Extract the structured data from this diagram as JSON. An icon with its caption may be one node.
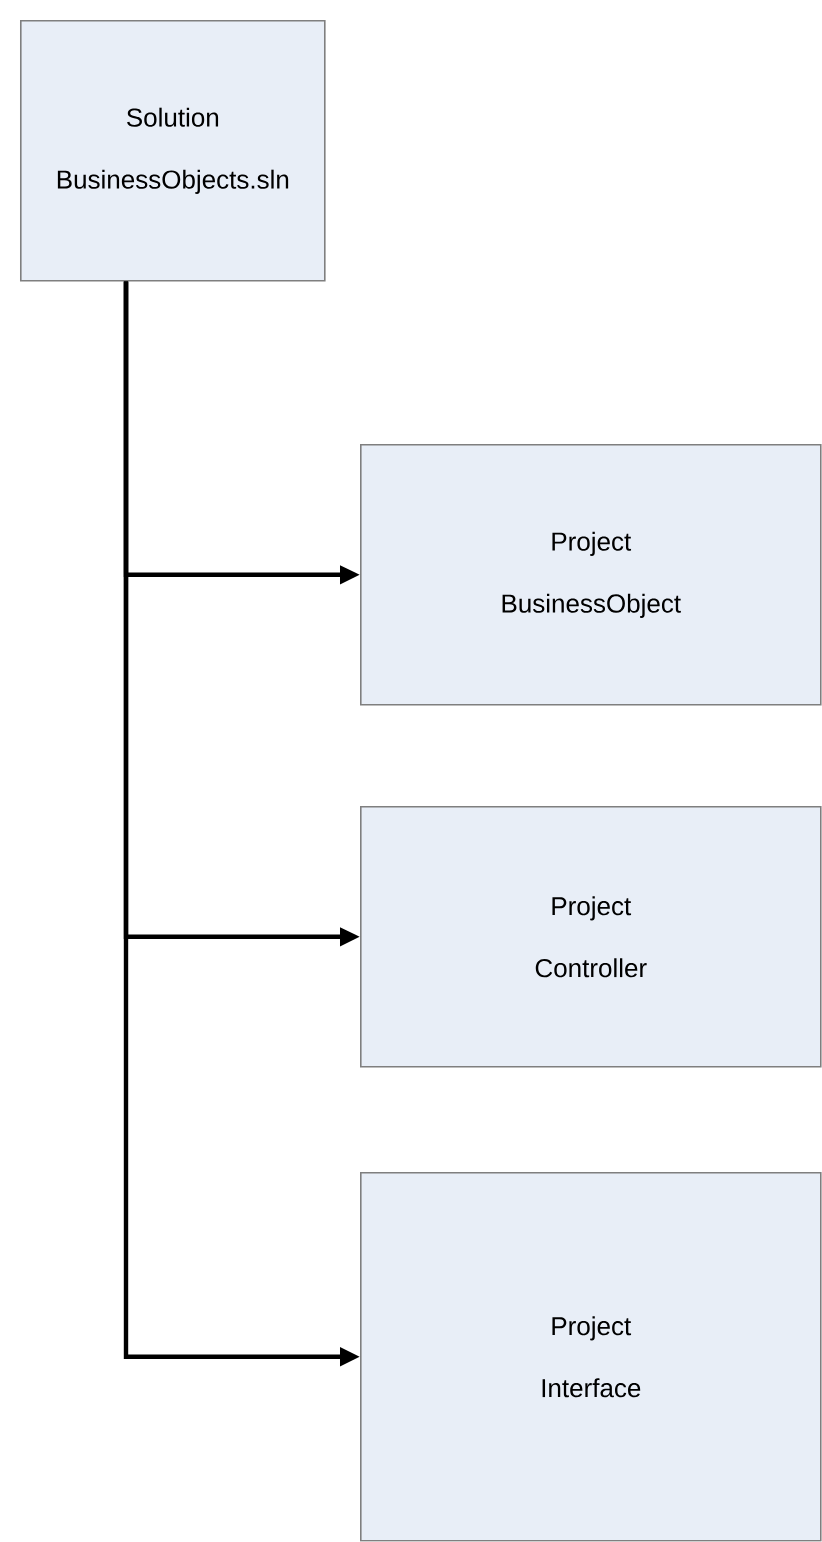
{
  "diagram": {
    "nodes": [
      {
        "text": [
          "Solution",
          "BusinessObjects.sln"
        ]
      },
      {
        "text": [
          "Project",
          "BusinessObject"
        ]
      },
      {
        "text": [
          "Project",
          "Controller"
        ]
      },
      {
        "text": [
          "Project",
          "Interface"
        ]
      }
    ],
    "edges": [
      {
        "from": 0,
        "to": 1,
        "arrow": "to"
      },
      {
        "from": 0,
        "to": 2,
        "arrow": "to"
      },
      {
        "from": 0,
        "to": 3,
        "arrow": "to"
      }
    ]
  }
}
